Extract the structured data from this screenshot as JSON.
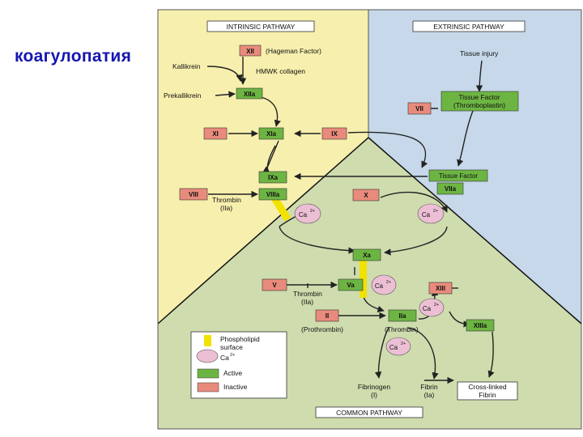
{
  "slide_title": "коагулопатия",
  "panels": {
    "intrinsic": "INTRINSIC PATHWAY",
    "extrinsic": "EXTRINSIC PATHWAY",
    "common": "COMMON PATHWAY"
  },
  "factors": {
    "xii": "XII",
    "xiia": "XIIa",
    "xi": "XI",
    "xia": "XIa",
    "ix": "IX",
    "ixa": "IXa",
    "viii": "VIII",
    "viiia": "VIIIa",
    "x": "X",
    "xa": "Xa",
    "v": "V",
    "va": "Va",
    "ii": "II",
    "iia": "IIa",
    "xiii": "XIII",
    "xiiia": "XIIIa",
    "vii": "VII",
    "viia": "VIIa",
    "tissue_factor": "Tissue Factor"
  },
  "labels": {
    "hageman": "(Hageman Factor)",
    "kallikrein": "Kallikrein",
    "hmwk": "HMWK collagen",
    "prekallikrein": "Prekallikrein",
    "thrombin_1": "Thrombin",
    "thrombin_1b": "(IIa)",
    "thrombin_2": "Thrombin",
    "thrombin_2b": "(IIa)",
    "prothrombin": "(Prothrombin)",
    "thrombin_3": "(Thrombin)",
    "tissue_injury": "Tissue injury",
    "tissue_factor_lbl_1": "Tissue Factor",
    "tissue_factor_lbl_2": "(Thromboplastin)",
    "fibrinogen": "Fibrinogen",
    "fibrinogen_b": "(I)",
    "fibrin": "Fibrin",
    "fibrin_b": "(Ia)",
    "crosslinked_1": "Cross-linked",
    "crosslinked_2": "Fibrin"
  },
  "ions": {
    "ca": "Ca",
    "charge": "2+"
  },
  "legend": {
    "phospholipid_1": "Phospholipid",
    "phospholipid_2": "surface",
    "ca": "Ca",
    "charge": "2+",
    "active": "Active",
    "inactive": "Inactive"
  },
  "colors": {
    "intrinsic_bg": "#f7efad",
    "extrinsic_bg": "#c6d8e9",
    "common_bg": "#cfdcae",
    "active": "#6db543",
    "inactive": "#e98b7c",
    "calcium": "#ecbfd5",
    "phospholipid": "#f2e200"
  }
}
